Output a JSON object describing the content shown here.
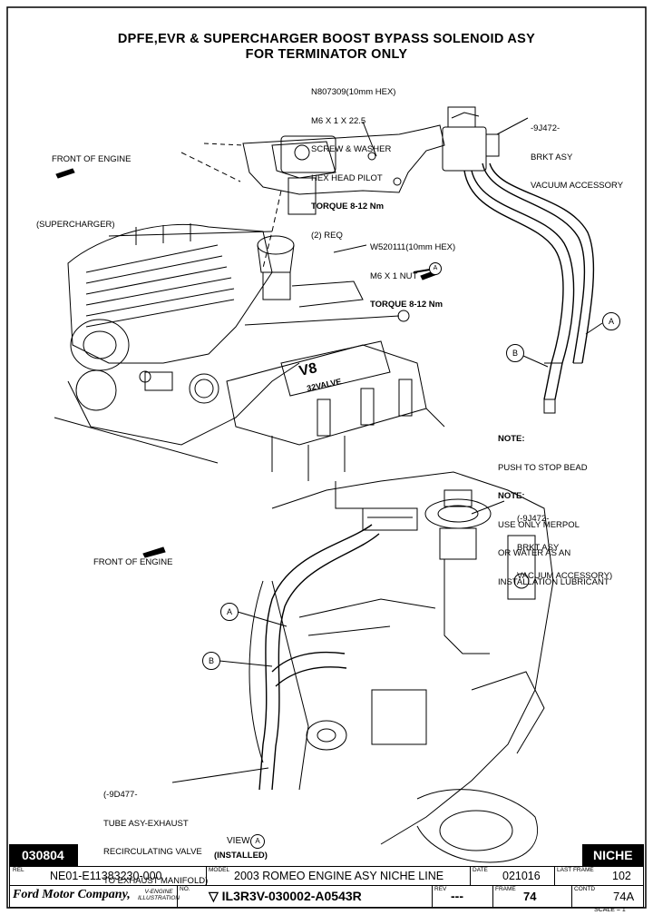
{
  "title": {
    "line1": "DPFE,EVR & SUPERCHARGER BOOST BYPASS SOLENOID ASY",
    "line2": "FOR TERMINATOR ONLY"
  },
  "callouts": {
    "screw": {
      "l1": "N807309(10mm HEX)",
      "l2": "M6 X 1 X 22.5",
      "l3": "SCREW & WASHER",
      "l4": "HEX HEAD PILOT",
      "l5": "TORQUE 8-12 Nm",
      "l6": "(2) REQ"
    },
    "bracket_top": {
      "l1": "-9J472-",
      "l2": "BRKT ASY",
      "l3": "VACUUM ACCESSORY"
    },
    "front_top": "FRONT OF ENGINE",
    "supercharger": "(SUPERCHARGER)",
    "nut": {
      "l1": "W520111(10mm HEX)",
      "l2": "M6 X 1 NUT",
      "l3": "TORQUE 8-12 Nm"
    },
    "note": {
      "h1": "NOTE:",
      "l1": "PUSH TO STOP BEAD",
      "h2": "NOTE:",
      "l2": "USE ONLY MERPOL",
      "l3": "OR WATER AS AN",
      "l4": "INSTALLATION LUBRICANT"
    },
    "bracket_lower": {
      "l1": "(-9J472-",
      "l2": "BRKT ASY",
      "l3": "VACUUM ACCESSORY)"
    },
    "front_lower": "FRONT OF ENGINE",
    "tube": {
      "l1": "(-9D477-",
      "l2": "TUBE ASY-EXHAUST",
      "l3": "RECIRCULATING VALVE",
      "l4": "TO EXHAUST MANIFOLD)"
    },
    "view_label": "VIEW",
    "view_letter": "A",
    "installed": "(INSTALLED)",
    "engine_badge_1": "V8",
    "engine_badge_2": "32VALVE"
  },
  "labels": {
    "a": "A",
    "b": "B"
  },
  "title_block": {
    "code_left": "030804",
    "code_right": "NICHE",
    "rel_label": "REL",
    "rel_value": "NE01-E11383230-000",
    "model_label": "MODEL",
    "model_value": "2003 ROMEO ENGINE ASY NICHE LINE",
    "date_label": "DATE",
    "date_value": "021016",
    "last_frame_label": "LAST FRAME",
    "last_frame_value": "102",
    "company": "Ford Motor Company,",
    "illustration_line1": "V-ENGINE",
    "illustration_line2": "ILLUSTRATION",
    "no_label": "NO.",
    "no_value": "▽ IL3R3V-030002-A0543R",
    "rev_label": "REV",
    "rev_value": "---",
    "frame_label": "FRAME",
    "frame_value": "74",
    "contd_label": "CONTD",
    "contd_value": "74A",
    "scale": "SCALE = 1"
  }
}
